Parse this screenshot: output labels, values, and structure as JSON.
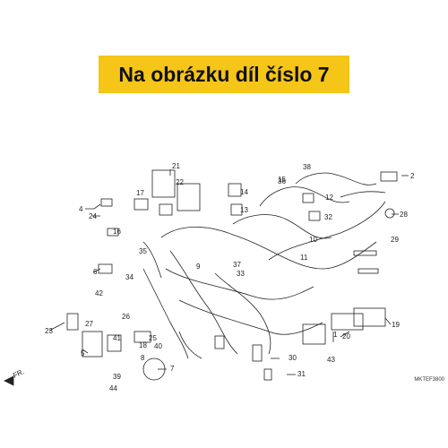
{
  "banner": {
    "text": "Na obrázku díl číslo 7"
  },
  "diagram": {
    "front_label": "FR.",
    "drawing_code": "MKTEF3800",
    "callouts": [
      "1",
      "2",
      "4",
      "5",
      "6",
      "7",
      "8",
      "9",
      "10",
      "11",
      "12",
      "13",
      "14",
      "15",
      "16",
      "17",
      "18",
      "19",
      "20",
      "21",
      "22",
      "23",
      "24",
      "25",
      "26",
      "27",
      "28",
      "29",
      "30",
      "31",
      "32",
      "33",
      "34",
      "35",
      "36",
      "37",
      "38",
      "39",
      "40",
      "41",
      "42",
      "43",
      "44"
    ],
    "highlight_color": "#f5c518"
  }
}
